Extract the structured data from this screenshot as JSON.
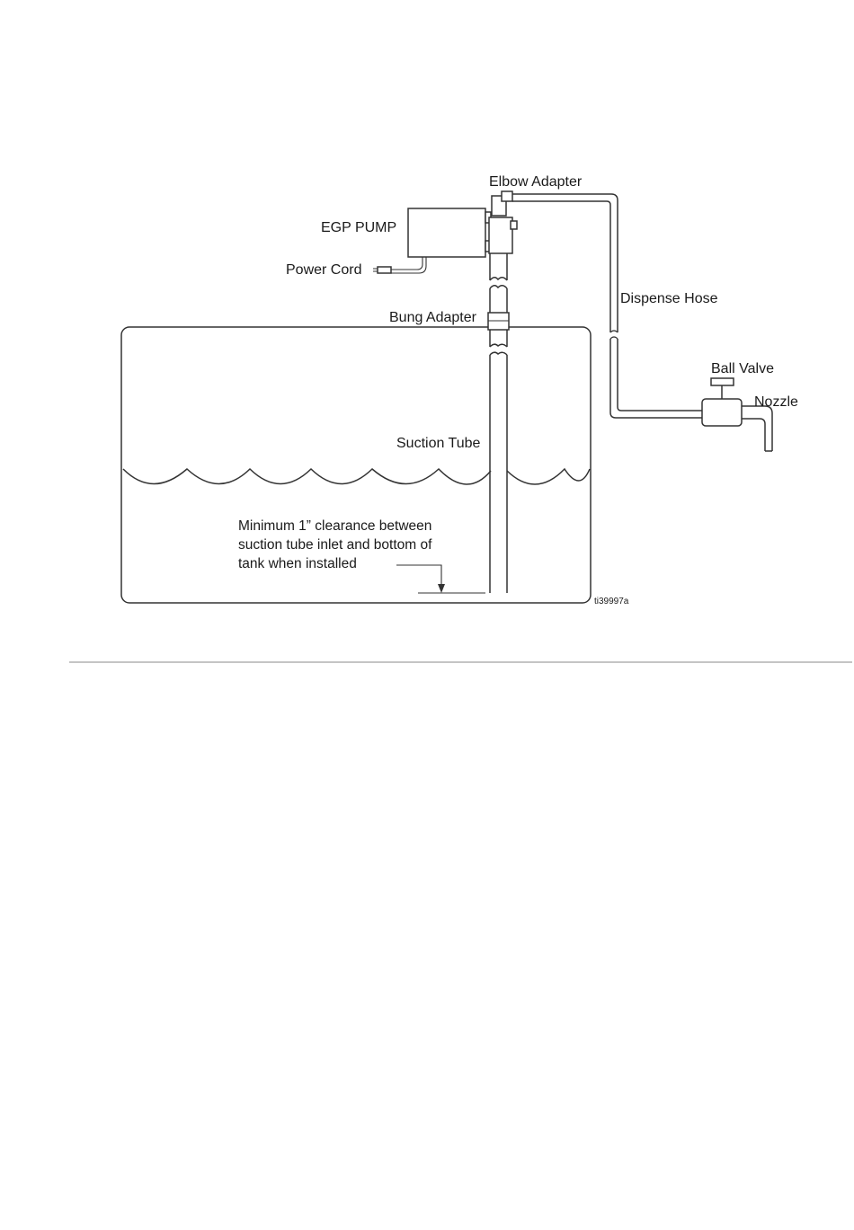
{
  "diagram": {
    "labels": {
      "elbow_adapter": "Elbow Adapter",
      "egp_pump": "EGP PUMP",
      "power_cord": "Power Cord",
      "dispense_hose": "Dispense Hose",
      "bung_adapter": "Bung Adapter",
      "ball_valve": "Ball Valve",
      "nozzle": "Nozzle",
      "suction_tube": "Suction Tube"
    },
    "note": {
      "line1": "Minimum 1” clearance between",
      "line2": "suction tube inlet and bottom of",
      "line3": "tank when installed"
    },
    "figure_ref": "ti39997a"
  },
  "colors": {
    "line": "#333333",
    "text": "#1a1a1a",
    "rule": "#888888",
    "background": "#ffffff"
  }
}
